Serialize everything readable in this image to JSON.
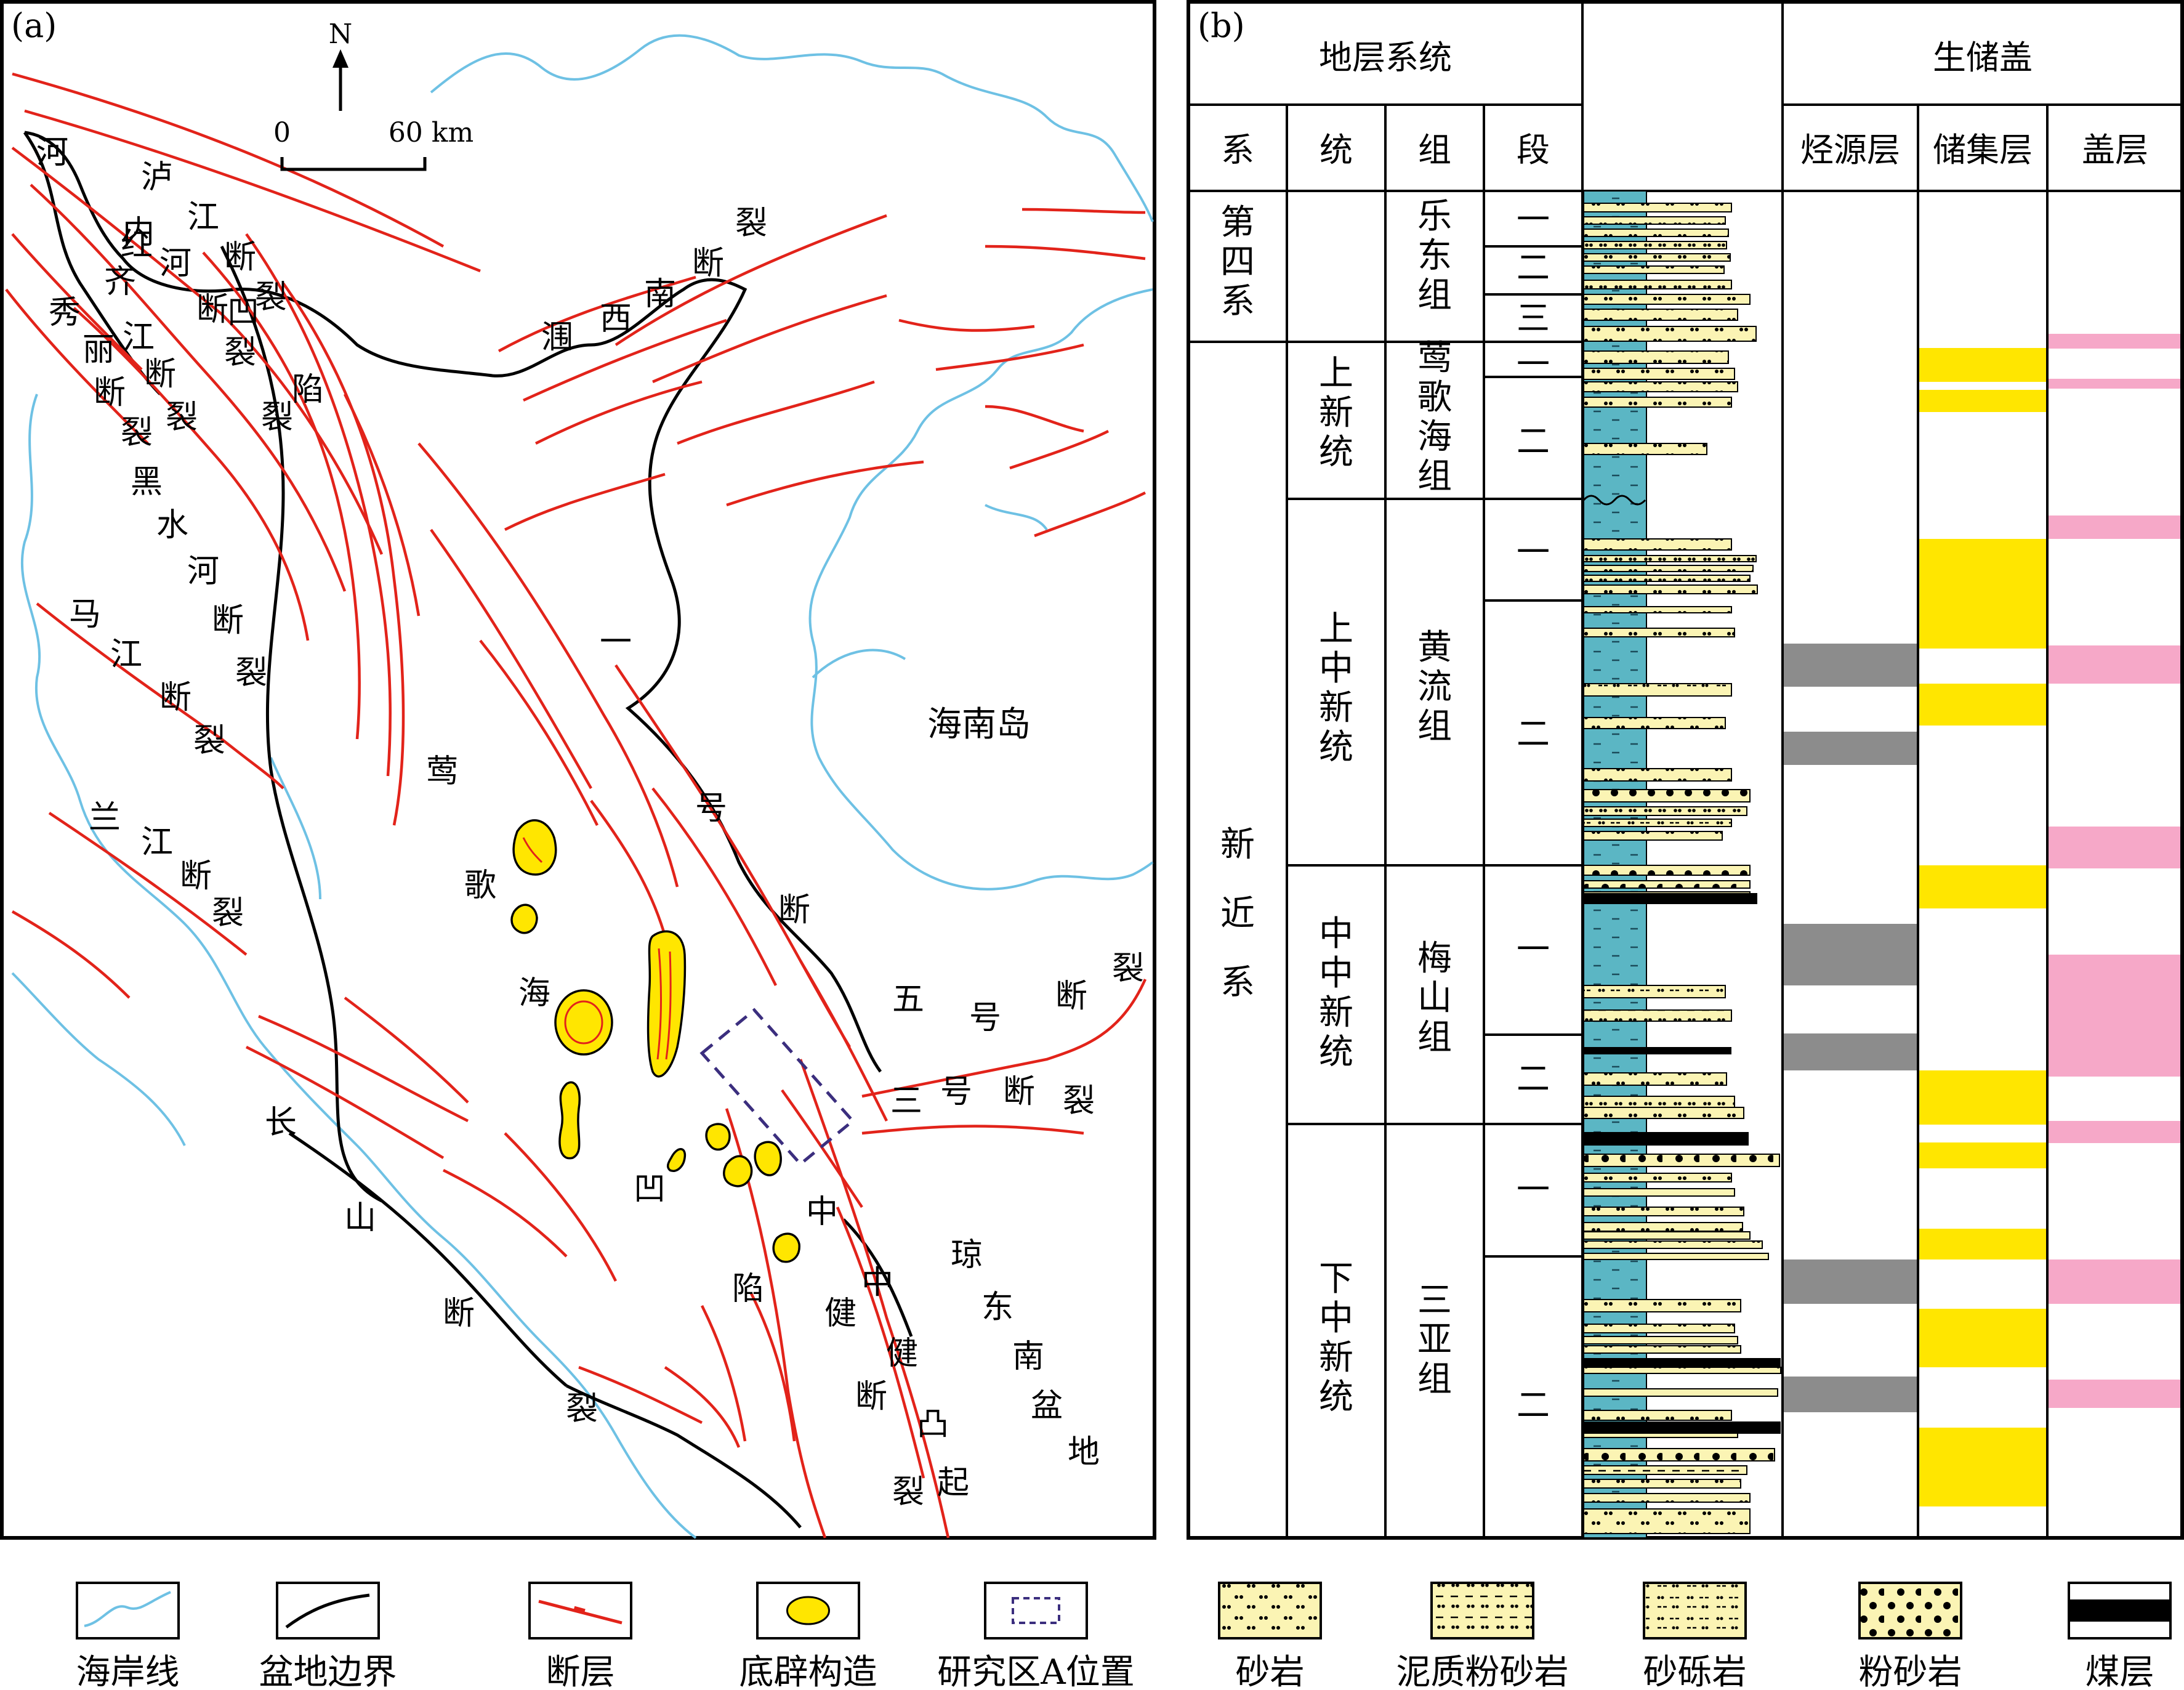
{
  "panel_a": {
    "tag": "(a)",
    "north": "N",
    "scale": {
      "zero": "0",
      "end": "60 km"
    },
    "island": "海南岛",
    "fault_labels": [
      {
        "id": "luzhijiang",
        "chars": [
          "泸",
          "江",
          "断",
          "裂"
        ]
      },
      {
        "id": "honghe",
        "chars": [
          "红",
          "河",
          "断",
          "裂"
        ]
      },
      {
        "id": "honghe_ao",
        "chars": [
          "河",
          "凹",
          "陷"
        ]
      },
      {
        "id": "nei",
        "chars": [
          "河",
          "内",
          "齐",
          "裂"
        ]
      },
      {
        "id": "xiuli",
        "chars": [
          "秀",
          "丽",
          "断",
          "裂"
        ]
      },
      {
        "id": "qijiang",
        "chars": [
          "江",
          "断",
          "裂"
        ]
      },
      {
        "id": "heishuihe",
        "chars": [
          "黑",
          "水",
          "河",
          "断",
          "裂"
        ]
      },
      {
        "id": "majiang",
        "chars": [
          "马",
          "江",
          "断",
          "裂"
        ]
      },
      {
        "id": "lanjiang",
        "chars": [
          "兰",
          "江",
          "断",
          "裂"
        ]
      },
      {
        "id": "runxinan",
        "chars": [
          "涠",
          "西",
          "南",
          "断",
          "裂"
        ]
      },
      {
        "id": "yihao",
        "chars": [
          "一",
          "号",
          "断",
          "裂"
        ]
      },
      {
        "id": "wuhao",
        "chars": [
          "五",
          "号",
          "断",
          "裂"
        ]
      },
      {
        "id": "sanhao",
        "chars": [
          "三",
          "号",
          "断",
          "裂"
        ]
      },
      {
        "id": "yinggehai",
        "chars": [
          "莺",
          "歌",
          "海",
          "凹",
          "中",
          "陷"
        ]
      },
      {
        "id": "changshan",
        "chars": [
          "长",
          "山",
          "断",
          "裂"
        ]
      },
      {
        "id": "zhongjian_fault",
        "chars": [
          "中",
          "健",
          "断",
          "裂"
        ]
      },
      {
        "id": "zhongjian_uplift",
        "chars": [
          "中",
          "健",
          "凸",
          "起"
        ]
      },
      {
        "id": "qiongdongnan",
        "chars": [
          "琼",
          "东",
          "南",
          "盆",
          "地"
        ]
      }
    ]
  },
  "panel_b": {
    "tag": "(b)",
    "headers": {
      "stratigraphy": "地层系统",
      "system": "系",
      "series": "统",
      "formation": "组",
      "member": "段",
      "petroleum": "生储盖",
      "source": "烃源层",
      "reservoir": "储集层",
      "seal": "盖层"
    },
    "systems": [
      {
        "name": "第四系"
      },
      {
        "name": "新近系"
      }
    ],
    "series": [
      {
        "name": ""
      },
      {
        "name": "上新统"
      },
      {
        "name": "上中新统"
      },
      {
        "name": "中中新统"
      },
      {
        "name": "下中新统"
      }
    ],
    "formations": [
      {
        "name": "乐东组"
      },
      {
        "name": "莺歌海组"
      },
      {
        "name": "黄流组"
      },
      {
        "name": "梅山组"
      },
      {
        "name": "三亚组"
      }
    ],
    "members": [
      "一",
      "二",
      "三",
      "一",
      "二",
      "一",
      "二",
      "一",
      "二",
      "一",
      "二"
    ]
  },
  "legend": [
    {
      "id": "coastline",
      "label": "海岸线"
    },
    {
      "id": "basin_boundary",
      "label": "盆地边界"
    },
    {
      "id": "fault",
      "label": "断层"
    },
    {
      "id": "diapir",
      "label": "底辟构造"
    },
    {
      "id": "study_area",
      "label": "研究区A位置"
    },
    {
      "id": "sandstone",
      "label": "砂岩"
    },
    {
      "id": "muddy_siltstone",
      "label": "泥质粉砂岩"
    },
    {
      "id": "gravel_sandstone",
      "label": "砂砾岩"
    },
    {
      "id": "siltstone",
      "label": "粉砂岩"
    },
    {
      "id": "coal",
      "label": "煤层"
    }
  ],
  "colors": {
    "fault": "#e2231a",
    "coast": "#6ec1e4",
    "diapir": "#ffe600",
    "study_box": "#3b2e7e",
    "mud": "#5bb6c4",
    "sand": "#fbf4b4",
    "reservoir": "#ffe600",
    "seal": "#f6a8c8",
    "source": "#8c8c8c"
  }
}
